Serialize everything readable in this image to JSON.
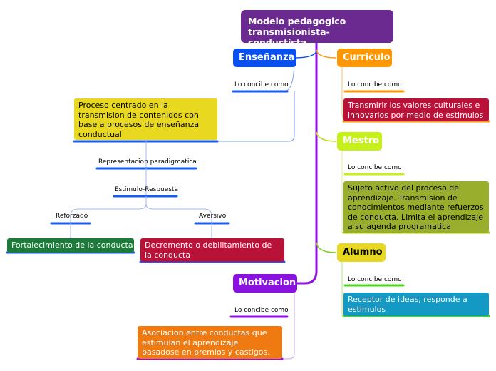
{
  "root": {
    "line1": "Modelo pedagogico",
    "line2": "transmisionista-conductista"
  },
  "topics": {
    "ensenanza": "Enseñanza",
    "curriculo": "Curriculo",
    "mestro": "Mestro",
    "alumno": "Alumno",
    "motivacion": "Motivacion"
  },
  "labels": {
    "concibe_ensenanza": "Lo concibe como",
    "concibe_curriculo": "Lo concibe como",
    "concibe_mestro": "Lo concibe como",
    "concibe_alumno": "Lo concibe como",
    "concibe_motivacion": "Lo concibe como",
    "representacion": "Representacion paradigmatica",
    "estimulo": "Estimulo-Respuesta",
    "reforzado": "Reforzado",
    "aversivo": "Aversivo"
  },
  "boxes": {
    "proceso": "Proceso centrado en la transmision de contenidos con base a procesos de enseñanza conductual",
    "fortalecimiento": "Fortalecimiento de la conducta",
    "decremento": "Decremento o debilitamiento de la conducta",
    "transmitir": "Transmirir los valores culturales e innovarlos por medio de estimulos",
    "sujeto": "Sujeto activo del proceso de aprendizaje. Transmision de conocimientos mediante refuerzos de conducta. Limita el aprendizaje a su agenda programatica",
    "receptor": "Receptor de ideas, responde a estimulos",
    "asociacion": "Asociacion entre conductas que estimulan el aprendizaje basadose en premios y castigos."
  },
  "colors": {
    "root": "#6a2a8f",
    "ensenanza": "#0a4ff0",
    "curriculo": "#ff9800",
    "mestro": "#c6f01a",
    "alumno": "#e8d820",
    "motivacion": "#8a12e0",
    "proceso": "#e8d820",
    "fortalecimiento": "#1e7a3a",
    "decremento": "#b81238",
    "transmitir": "#b81238",
    "sujeto": "#9aae2e",
    "receptor": "#1399c4",
    "asociacion": "#f07a12"
  }
}
